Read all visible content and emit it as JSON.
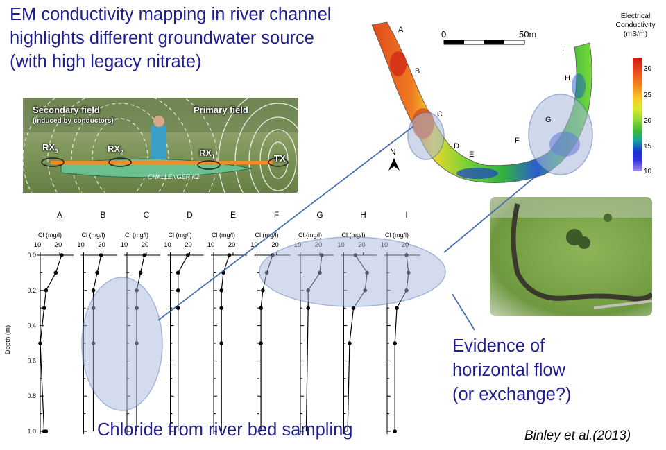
{
  "title": {
    "line1": "EM conductivity mapping in river channel",
    "line2": "highlights different groundwater source",
    "line3": "(with high legacy nitrate)"
  },
  "photo": {
    "secondary_label": "Secondary field",
    "secondary_sub": "(induced by conductors)",
    "primary_label": "Primary field",
    "rx3": "RX",
    "rx3_sub": "3",
    "rx2": "RX",
    "rx2_sub": "2",
    "rx1": "RX",
    "rx1_sub": "1",
    "tx": "TX",
    "kayak_text": "CHALLENGER K2"
  },
  "map": {
    "scale_start": "0",
    "scale_end": "50m",
    "north": "N",
    "site_labels": [
      "A",
      "B",
      "C",
      "D",
      "E",
      "F",
      "G",
      "H",
      "I"
    ]
  },
  "colorbar": {
    "title_line1": "Electrical",
    "title_line2": "Conductivity",
    "title_line3": "(mS/m)",
    "ticks": [
      "30",
      "25",
      "20",
      "15",
      "10"
    ],
    "colors": [
      "#d01818",
      "#f08a20",
      "#d8e82c",
      "#38b838",
      "#1830d0",
      "#a48ce8"
    ]
  },
  "profiles": {
    "ylabel": "Depth (m)",
    "xlabel": "Cl (mg/l)",
    "xticks": [
      "10",
      "20"
    ],
    "yticks": [
      "0.0",
      "0.2",
      "0.4",
      "0.6",
      "0.8",
      "1.0"
    ]
  },
  "chart_data": {
    "type": "line",
    "ylabel": "Depth (m)",
    "xlabel": "Cl (mg/l)",
    "ylim": [
      0,
      1.0
    ],
    "x_ticks": [
      10,
      20
    ],
    "series": [
      {
        "name": "A",
        "x": [
          21,
          18,
          13,
          12,
          10,
          12
        ],
        "y": [
          0.0,
          0.1,
          0.2,
          0.3,
          0.5,
          1.0
        ],
        "line_x_end": 13
      },
      {
        "name": "B",
        "x": [
          19,
          17,
          15,
          15,
          15
        ],
        "y": [
          0.0,
          0.1,
          0.2,
          0.3,
          0.5
        ],
        "line_x_end": 15
      },
      {
        "name": "C",
        "x": [
          19,
          17,
          15,
          15,
          15
        ],
        "y": [
          0.0,
          0.1,
          0.2,
          0.3,
          0.5
        ],
        "line_x_end": 15
      },
      {
        "name": "D",
        "x": [
          19,
          14,
          14,
          14
        ],
        "y": [
          0.0,
          0.1,
          0.2,
          0.3
        ],
        "line_x_end": 14
      },
      {
        "name": "E",
        "x": [
          18,
          15,
          14,
          14,
          14
        ],
        "y": [
          0.0,
          0.1,
          0.2,
          0.3,
          0.5
        ],
        "line_x_end": 14
      },
      {
        "name": "F",
        "x": [
          18,
          15,
          13,
          12,
          12
        ],
        "y": [
          0.0,
          0.1,
          0.2,
          0.3,
          0.5
        ],
        "line_x_end": 12
      },
      {
        "name": "G",
        "x": [
          21,
          20,
          14,
          14
        ],
        "y": [
          0.0,
          0.1,
          0.2,
          0.3
        ],
        "line_x_end": 13
      },
      {
        "name": "H",
        "x": [
          16,
          22,
          21,
          15,
          13
        ],
        "y": [
          0.0,
          0.1,
          0.2,
          0.3,
          0.5
        ],
        "line_x_end": 12
      },
      {
        "name": "I",
        "x": [
          20,
          21,
          20,
          15,
          14
        ],
        "y": [
          0.0,
          0.1,
          0.2,
          0.3,
          0.5
        ],
        "line_x_end": 14,
        "bottom": 1.0
      }
    ]
  },
  "evidence": {
    "line1": "Evidence of",
    "line2": "horizontal flow",
    "line3": "(or exchange?)"
  },
  "chloride_caption": "Chloride from river bed sampling",
  "citation": "Binley et al.(2013)"
}
